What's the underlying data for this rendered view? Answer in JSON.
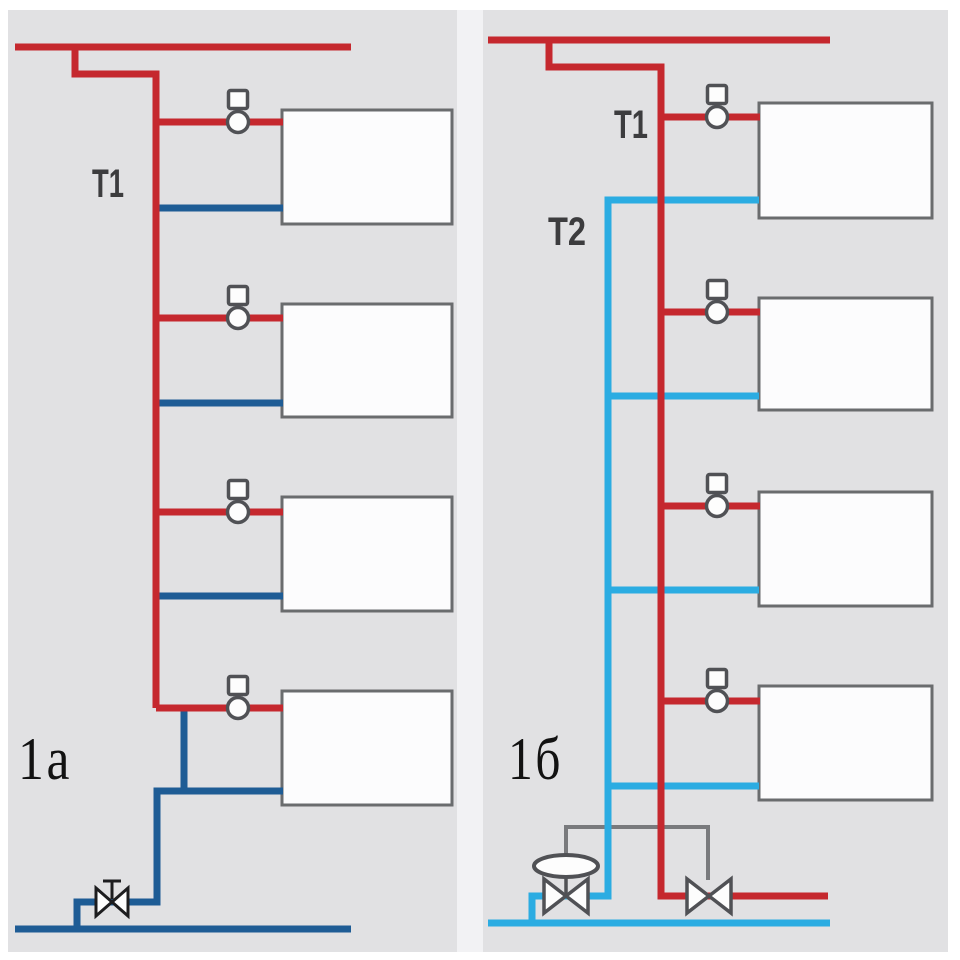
{
  "figure": {
    "panel_a": {
      "figure_label": "1a",
      "riser_label": "T1",
      "radiator_count": 4
    },
    "panel_b": {
      "figure_label": "1б",
      "supply_riser_label": "T1",
      "return_riser_label": "T2",
      "radiator_count": 4
    }
  },
  "colors": {
    "page_margin": "#ffffff",
    "panel_bg": "#e1e1e3",
    "divider": "#f2f2f4",
    "supply_red": "#c5282e",
    "return_blue": "#1e5c95",
    "return_cyan": "#2bace2",
    "capillary_gray": "#797a7d",
    "valve_outline": "#505155",
    "valve_outline_dark": "#1d1d1f",
    "valve_fill": "#fdfdfd",
    "radiator_fill": "#fcfcfd",
    "radiator_border": "#6a6c6e",
    "label_gray": "#3c3c3e",
    "label_black": "#121212"
  }
}
